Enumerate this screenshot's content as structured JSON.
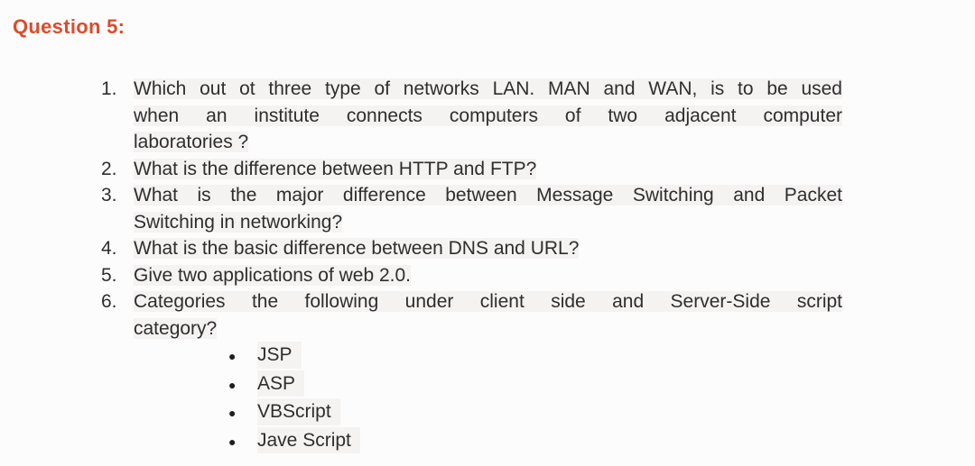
{
  "heading": {
    "label": "Question 5:",
    "color": "#dd4b2c"
  },
  "question_list": {
    "items": [
      {
        "number": "1.",
        "lines": [
          "Which out ot three type of networks LAN. MAN and WAN, is to be used",
          "when an institute connects computers of two adjacent computer",
          "laboratories ?"
        ]
      },
      {
        "number": "2.",
        "lines": [
          "What is the difference between HTTP and FTP?"
        ]
      },
      {
        "number": "3.",
        "lines": [
          "What is the major difference between Message Switching and Packet",
          "Switching in networking?"
        ]
      },
      {
        "number": "4.",
        "lines": [
          "What is the basic difference between DNS and URL?"
        ]
      },
      {
        "number": "5.",
        "lines": [
          "Give two applications of web 2.0."
        ]
      },
      {
        "number": "6.",
        "lines": [
          "Categories the following under client side and Server-Side script",
          "category?"
        ]
      }
    ],
    "sub_bullets": {
      "marker": "●",
      "items": [
        "JSP",
        "ASP",
        "VBScript",
        "Jave Script"
      ]
    }
  },
  "colors": {
    "heading": "#dd4b2c",
    "body_text": "#2e2e2e",
    "background": "#fdfcfc"
  }
}
